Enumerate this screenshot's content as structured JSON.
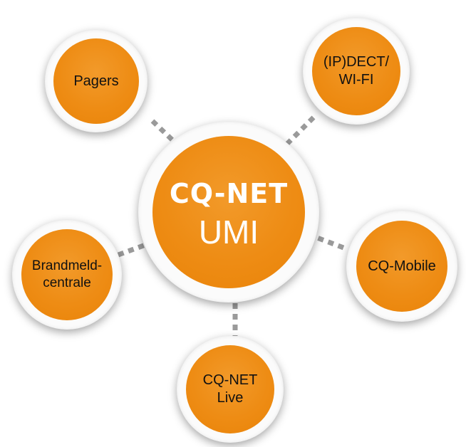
{
  "center": {
    "logo_text": "CQ-NET",
    "title": "UMI"
  },
  "nodes": {
    "pagers": {
      "label": "Pagers"
    },
    "dect": {
      "label": "(IP)DECT/\nWI-FI"
    },
    "brand": {
      "label": "Brandmeld-\ncentrale"
    },
    "mobile": {
      "label": "CQ-Mobile"
    },
    "live": {
      "label": "CQ-NET\nLive"
    }
  },
  "colors": {
    "node_fill": "#ee8c14",
    "ring": "#fbfbfb",
    "connector": "#9a9a9a"
  }
}
